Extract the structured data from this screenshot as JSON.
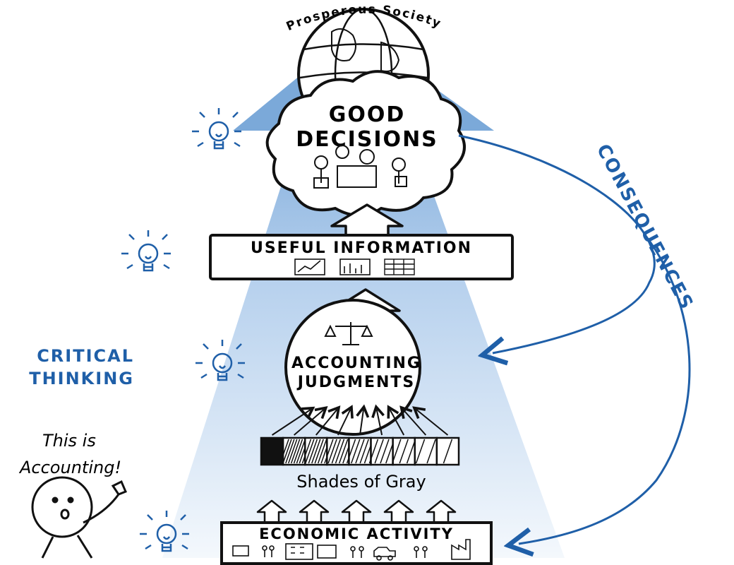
{
  "title": "Prosperous Society",
  "nodes": {
    "good_decisions": [
      "GOOD",
      "DECISIONS"
    ],
    "useful_information": "USEFUL INFORMATION",
    "accounting_judgments": [
      "ACCOUNTING",
      "JUDGMENTS"
    ],
    "shades_of_gray": "Shades of Gray",
    "economic_activity": "ECONOMIC ACTIVITY"
  },
  "labels": {
    "critical_thinking": [
      "CRITICAL",
      "THINKING"
    ],
    "consequences": "CONSEQUENCES",
    "this_is_accounting": [
      "This is",
      "Accounting!"
    ]
  },
  "icons": {
    "lightbulb": "lightbulb-icon",
    "globe": "globe-icon",
    "scale": "balance-scale-icon",
    "charts": [
      "line-chart-icon",
      "bar-chart-icon",
      "table-icon"
    ]
  },
  "colors": {
    "ink": "#111111",
    "accent_blue": "#1f5fa8",
    "beam_light": "#dbe8f6",
    "beam_dark": "#6fa0d6"
  },
  "grayscale_bar": {
    "segments": 9
  }
}
